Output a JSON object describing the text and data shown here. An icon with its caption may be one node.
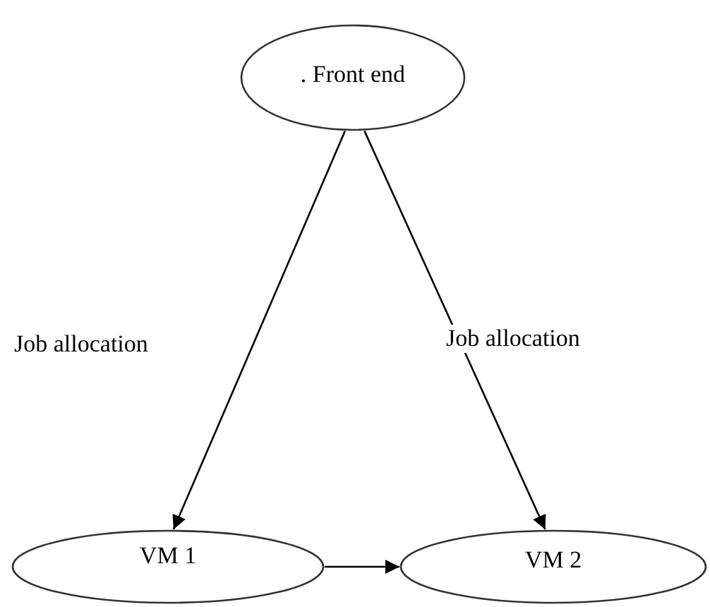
{
  "diagram": {
    "nodes": [
      {
        "text": [
          ". Front end"
        ]
      },
      {
        "text": [
          "VM 1"
        ]
      },
      {
        "text": [
          "VM 2"
        ]
      }
    ],
    "edges": [
      {
        "from": 0,
        "to": 1,
        "arrow": "to",
        "label": "Job allocation"
      },
      {
        "from": 0,
        "to": 2,
        "arrow": "to",
        "label": "Job allocation"
      },
      {
        "from": 1,
        "to": 2,
        "arrow": "to"
      }
    ]
  }
}
